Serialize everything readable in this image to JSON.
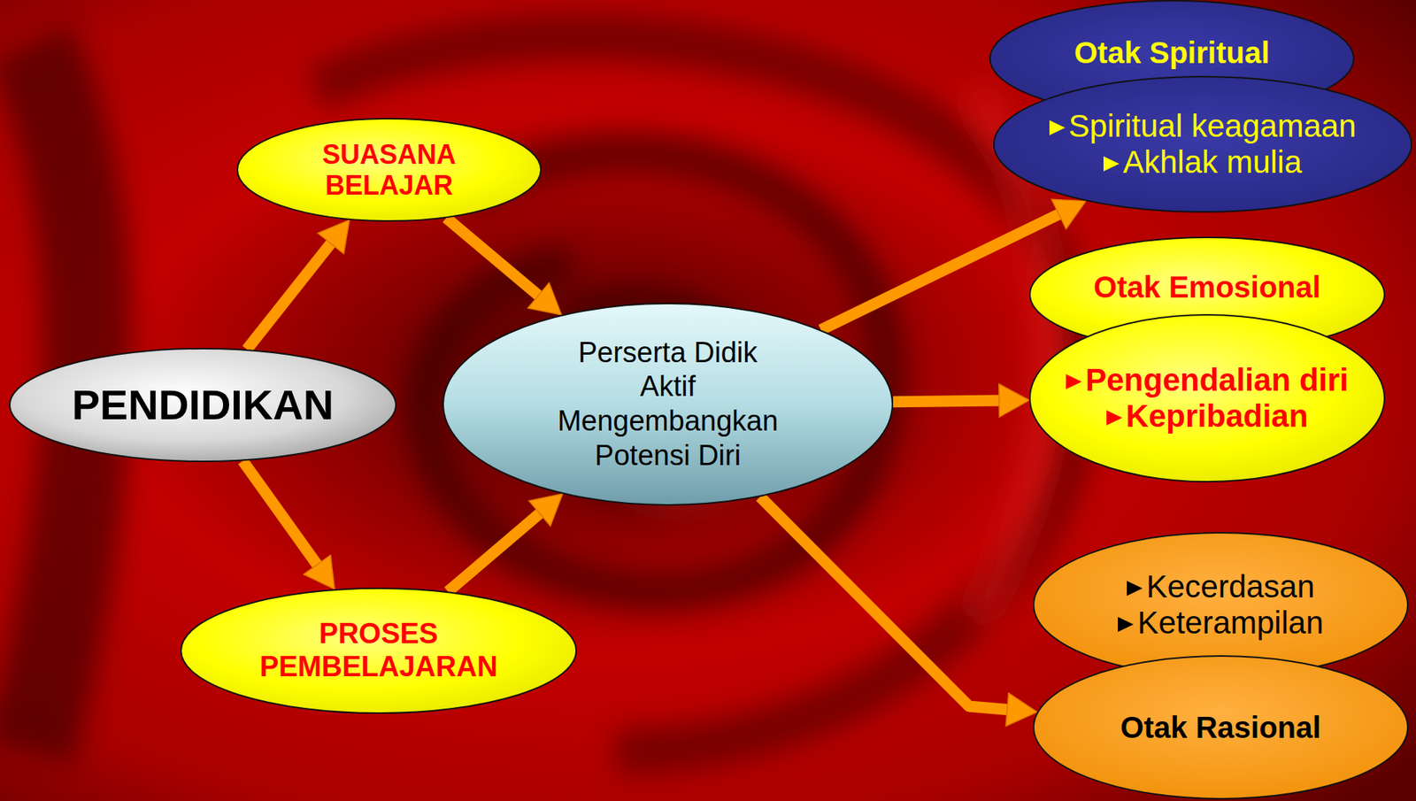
{
  "diagram": {
    "nodes": [
      {
        "text": [
          "PENDIDIKAN"
        ]
      },
      {
        "text": [
          "SUASANA BELAJAR"
        ]
      },
      {
        "text": [
          "PROSES PEMBELAJARAN"
        ]
      },
      {
        "text": [
          "Perserta Didik Aktif Mengembangkan Potensi Diri"
        ]
      },
      {
        "text": [
          "Otak Spiritual"
        ]
      },
      {
        "text": [
          "Spiritual keagamaan",
          "Akhlak mulia"
        ]
      },
      {
        "text": [
          "Otak Emosional"
        ]
      },
      {
        "text": [
          "Pengendalian diri",
          "Kepribadian"
        ]
      },
      {
        "text": [
          "Kecerdasan",
          "Keterampilan"
        ]
      },
      {
        "text": [
          "Otak Rasional"
        ]
      }
    ],
    "edges": [
      {
        "from": 0,
        "to": 1,
        "arrow": "to"
      },
      {
        "from": 0,
        "to": 2,
        "arrow": "to"
      },
      {
        "from": 1,
        "to": 3,
        "arrow": "to"
      },
      {
        "from": 2,
        "to": 3,
        "arrow": "to"
      },
      {
        "from": 3,
        "to": 5,
        "arrow": "to"
      },
      {
        "from": 3,
        "to": 7,
        "arrow": "to"
      },
      {
        "from": 3,
        "to": 9,
        "arrow": "to"
      }
    ]
  }
}
